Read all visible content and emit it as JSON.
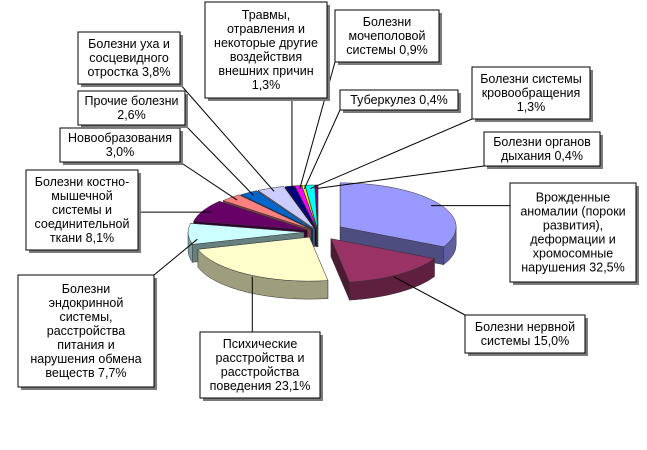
{
  "chart_data": {
    "type": "pie",
    "variant": "3d-exploded",
    "title": "",
    "series": [
      {
        "categories": [
          "Врожденные аномалии (пороки развития), деформации и хромосомные нарушения",
          "Болезни нервной системы",
          "Психические расстройства и расстройства поведения",
          "Болезни эндокринной системы, расстройства питания и нарушения обмена веществ",
          "Болезни костно-мышечной системы и соединительной ткани",
          "Новообразования",
          "Прочие болезни",
          "Болезни уха и сосцевидного отростка",
          "Травмы, отравления и некоторые другие воздействия внешних причин",
          "Болезни мочеполовой системы",
          "Туберкулез",
          "Болезни системы кровообращения",
          "Болезни органов дыхания"
        ],
        "values": [
          32.5,
          15.0,
          23.1,
          7.7,
          8.1,
          3.0,
          2.6,
          3.8,
          1.3,
          0.9,
          0.4,
          1.3,
          0.4
        ],
        "colors": [
          "#9999ff",
          "#993366",
          "#ffffcc",
          "#ccffff",
          "#660066",
          "#ff8080",
          "#0066cc",
          "#ccccff",
          "#000080",
          "#ff00ff",
          "#ffff00",
          "#00ffff",
          "#800080"
        ]
      }
    ],
    "data_labels": [
      [
        "Врожденные",
        "аномалии (пороки",
        "развития),",
        "деформации и",
        "хромосомные",
        "нарушения 32,5%"
      ],
      [
        "Болезни нервной",
        "системы 15,0%"
      ],
      [
        "Психические",
        "расстройства и",
        "расстройства",
        "поведения 23,1%"
      ],
      [
        "Болезни",
        "эндокринной",
        "системы,",
        "расстройства",
        "питания и",
        "нарушения обмена",
        "веществ 7,7%"
      ],
      [
        "Болезни костно-",
        "мышечной",
        "системы и",
        "соединительной",
        "ткани 8,1%"
      ],
      [
        "Новообразования",
        "3,0%"
      ],
      [
        "Прочие болезни",
        "2,6%"
      ],
      [
        "Болезни уха и",
        "сосцевидного",
        "отростка 3,8%"
      ],
      [
        "Травмы,",
        "отравления и",
        "некоторые другие",
        "воздействия",
        "внешних причин",
        "1,3%"
      ],
      [
        "Болезни",
        "мочеполовой",
        "системы 0,9%"
      ],
      [
        "Туберкулез 0,4%"
      ],
      [
        "Болезни системы",
        "кровообращения",
        "1,3%"
      ],
      [
        "Болезни органов",
        "дыхания 0,4%"
      ]
    ],
    "legend": "none",
    "exploded_slice": "Врожденные аномалии (пороки развития), деформации и хромосомные нарушения"
  }
}
